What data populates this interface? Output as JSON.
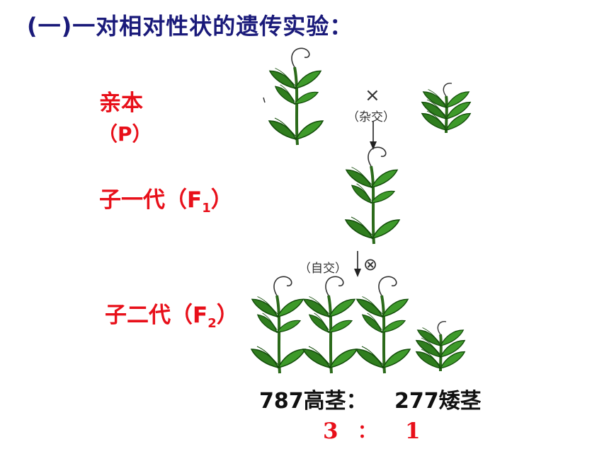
{
  "title": "(一)一对相对性状的遗传实验：",
  "labels": {
    "parent_line1": "亲本",
    "parent_line2": "（P）",
    "f1_prefix": "子一代（F",
    "f1_sub": "1",
    "f1_suffix": "）",
    "f2_prefix": "子二代（F",
    "f2_sub": "2",
    "f2_suffix": "）"
  },
  "cross": {
    "symbol": "×",
    "label": "（杂交）"
  },
  "self": {
    "label": "（自交）",
    "symbol": "⊗"
  },
  "results": {
    "tall_text": "787高茎：",
    "short_text": "277矮茎",
    "ratio_left": "3",
    "ratio_colon": "：",
    "ratio_right": "1"
  }
}
